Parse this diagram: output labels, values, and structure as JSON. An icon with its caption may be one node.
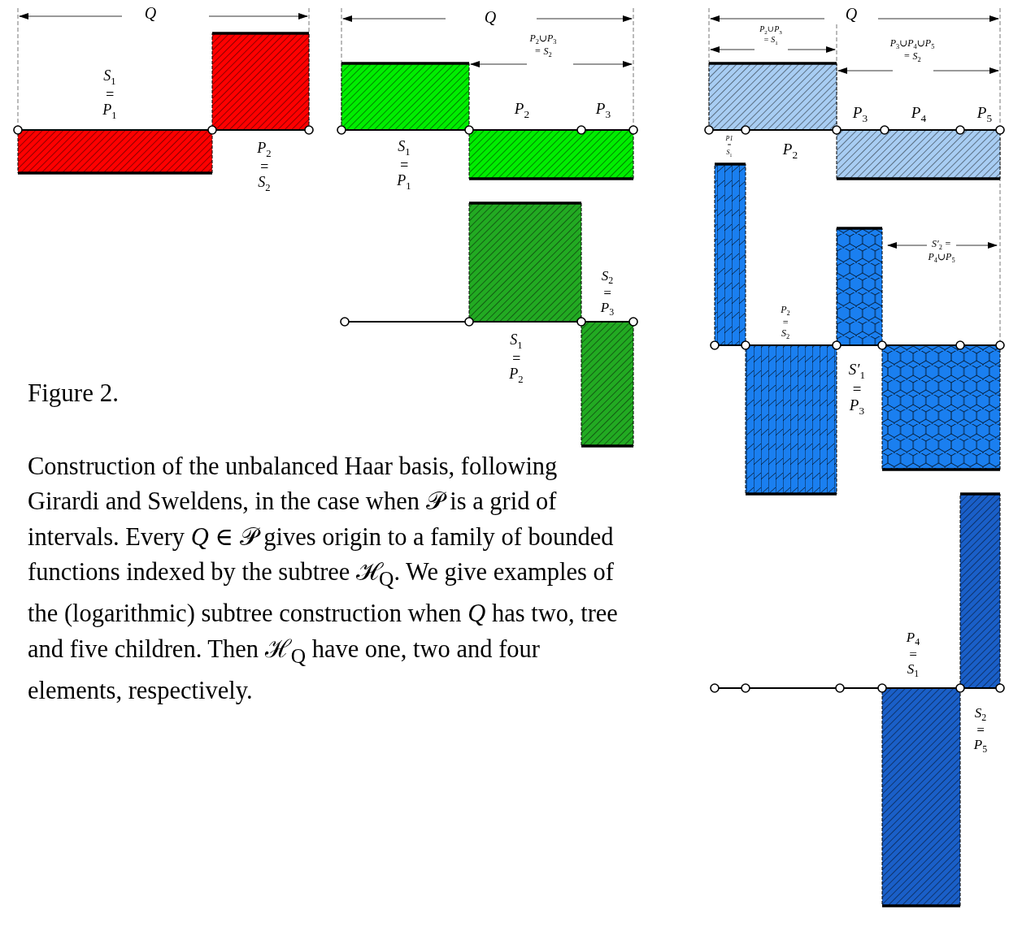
{
  "diagram": {
    "title": "Figure 2.",
    "caption": "Construction of the unbalanced Haar basis, following Girardi and Sweldens, in the case when 𝒫 is a grid of intervals. Every *Q* ∈ 𝒫 gives origin to a family of bounded functions indexed by the subtree ℋ$_{Q}$. We give examples of the (logarithmic) subtree construction when *Q* has two, tree and five children. Then ℋ$_{Q}$ have one, two and four elements, respectively.",
    "labels": [
      "Q",
      "S$_{1}$ = P$_{1}$",
      "P$_{2}$ = S$_{2}$",
      "Q",
      "P$_{2}$∪P$_{3}$ = S$_{2}$",
      "P$_{2}$",
      "P$_{3}$",
      "S$_{1}$ = P$_{1}$",
      "S$_{2}$ = P$_{3}$",
      "S$_{1}$ = P$_{2}$",
      "Q",
      "P$_{2}$∪P$_{3}$ = S$_{1}$",
      "P$_{3}$∪P$_{4}$∪P$_{5}$ = S$_{2}$",
      "P$_{3}$",
      "P$_{4}$",
      "P$_{5}$",
      "P1 = S$_{1}$",
      "P$_{2}$",
      "S′$_{2}$ = P$_{4}$∪P$_{5}$",
      "P$_{2}$ = S$_{2}$",
      "S′$_{1}$ = P$_{3}$",
      "P$_{4}$ = S$_{1}$",
      "S$_{2}$ = P$_{5}$"
    ]
  }
}
